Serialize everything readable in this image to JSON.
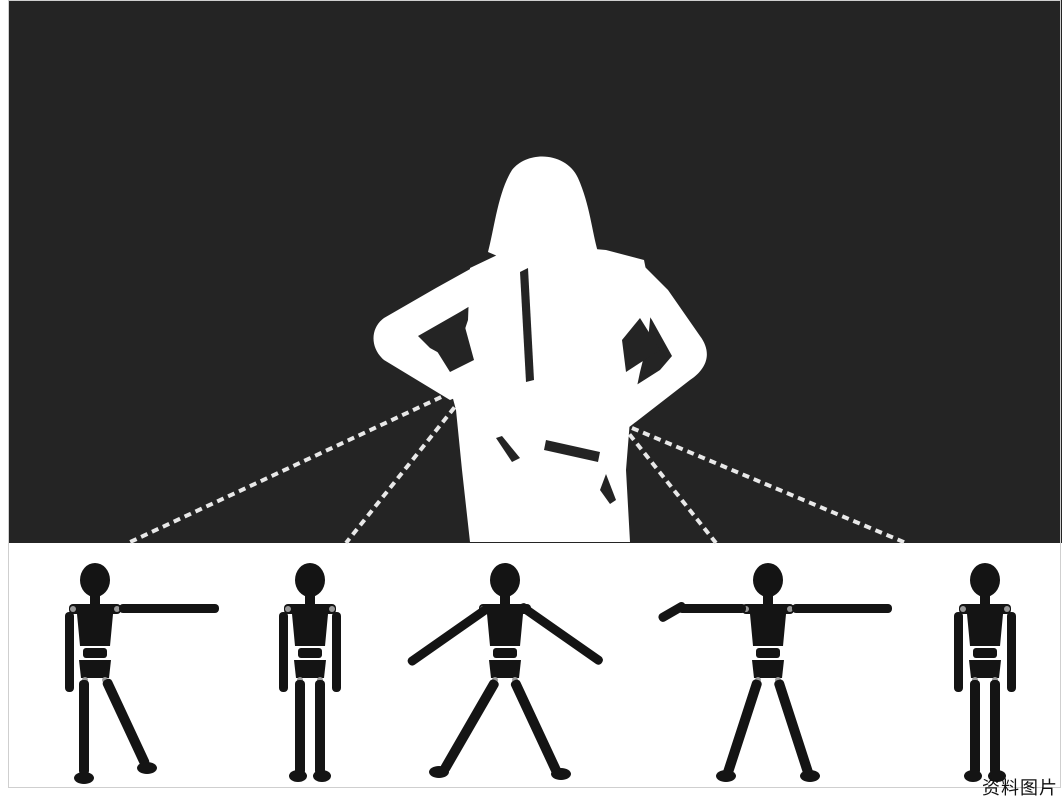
{
  "caption": {
    "text": "资料图片"
  },
  "colors": {
    "background_dark": "#242424",
    "floor": "#ffffff",
    "silhouette": "#ffffff",
    "mannequin": "#141414",
    "joint": "#9a9a9a",
    "dashed_line": "#e8e8e8"
  },
  "scene": {
    "woman": "woman-silhouette",
    "mannequins": [
      {
        "pose": "left-arm-pointing-right"
      },
      {
        "pose": "standing-arms-down"
      },
      {
        "pose": "arms-and-legs-spread"
      },
      {
        "pose": "arms-outstretched"
      },
      {
        "pose": "standing-arms-down"
      }
    ]
  }
}
